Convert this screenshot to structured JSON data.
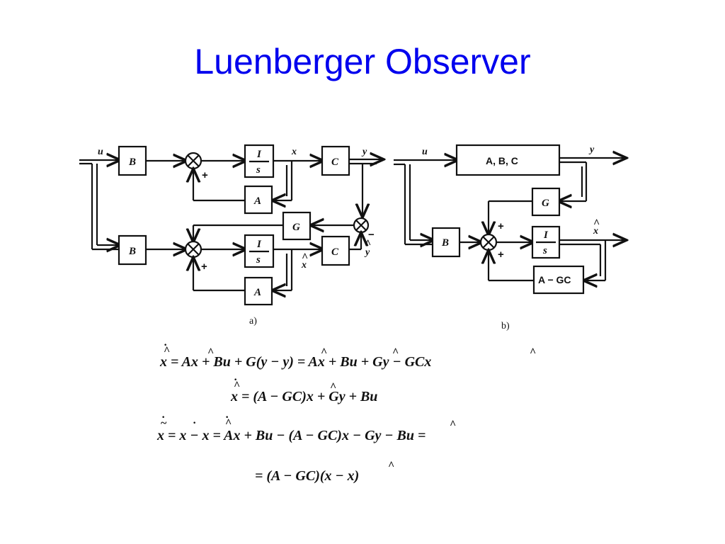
{
  "slide": {
    "title": "Luenberger Observer",
    "title_color": "#0000ee"
  },
  "diagram_a": {
    "caption": "a)",
    "signals": {
      "u": "u",
      "x": "x",
      "y": "y",
      "x_hat": "x",
      "y_hat": "y"
    },
    "blocks": {
      "B_top": "B",
      "integrator_num": "I",
      "integrator_den": "s",
      "C_top": "C",
      "A_top": "A",
      "G": "G",
      "B_bottom": "B",
      "C_bottom": "C",
      "A_bottom": "A"
    },
    "signs": {
      "plus": "+",
      "minus": "−"
    }
  },
  "diagram_b": {
    "caption": "b)",
    "signals": {
      "u": "u",
      "y": "y",
      "x_hat": "x"
    },
    "blocks": {
      "plant": "A, B, C",
      "G": "G",
      "B": "B",
      "integrator_num": "I",
      "integrator_den": "s",
      "feedback": "A − GC"
    },
    "signs": {
      "plus": "+"
    }
  },
  "equations": {
    "eq1": "x = Ax + Bu + G(y − y) = Ax + Bu + Gy − GCx",
    "eq2": "x = (A − GC)x + Gy + Bu",
    "eq3": "x = x − x = Ax + Bu − (A − GC)x − Gy − Bu =",
    "eq4": "= (A − GC)(x − x)"
  }
}
